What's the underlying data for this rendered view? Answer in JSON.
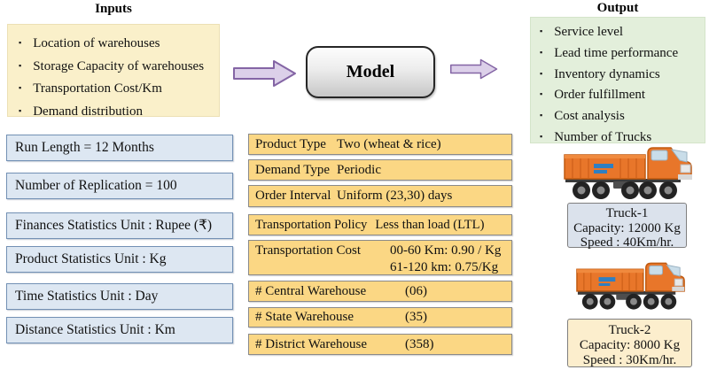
{
  "icons": {
    "bullet": "▪"
  },
  "colors": {
    "inputs_bg": "#FAF0CA",
    "output_bg": "#E3EFDB",
    "settings_bg": "#DDE7F2",
    "settings_border": "#7290B4",
    "params_bg": "#FBD784",
    "arrow_fill": "#DCD0E9",
    "arrow_stroke": "#8465A5",
    "model_border": "#262626",
    "truck_orange": "#E8762A",
    "truck1_label_bg": "#DBE2EC",
    "truck2_label_bg": "#FCEECD"
  },
  "inputs": {
    "title": "Inputs",
    "items": [
      "Location of warehouses",
      "Storage Capacity of warehouses",
      "Transportation Cost/Km",
      "Demand distribution"
    ]
  },
  "model": {
    "label": "Model"
  },
  "output": {
    "title": "Output",
    "items": [
      "Service level",
      "Lead time performance",
      "Inventory dynamics",
      "Order fulfillment",
      "Cost analysis",
      "Number of Trucks"
    ]
  },
  "simulation_settings": [
    "Run Length =  12 Months",
    "Number of Replication = 100",
    "Finances Statistics Unit : Rupee (₹)",
    "Product Statistics Unit : Kg",
    "Time Statistics Unit : Day",
    "Distance Statistics Unit : Km"
  ],
  "model_parameters": [
    {
      "label": "Product Type",
      "value": "Two (wheat & rice)"
    },
    {
      "label": "Demand Type",
      "value": "Periodic"
    },
    {
      "label": "Order Interval",
      "value": "Uniform (23,30) days"
    },
    {
      "label": "Transportation Policy",
      "value": "Less than load (LTL)"
    },
    {
      "label": "Transportation Cost",
      "value": "00-60 Km: 0.90 / Kg",
      "value_line2": "61-120 km: 0.75/Kg"
    },
    {
      "label": "# Central Warehouse",
      "value": "(06)"
    },
    {
      "label": "# State Warehouse",
      "value": "(35)"
    },
    {
      "label": "# District Warehouse",
      "value": "(358)"
    }
  ],
  "trucks": [
    {
      "name": "Truck-1",
      "capacity": "Capacity: 12000 Kg",
      "speed": "Speed : 40Km/hr."
    },
    {
      "name": "Truck-2",
      "capacity": "Capacity: 8000 Kg",
      "speed": "Speed : 30Km/hr."
    }
  ]
}
